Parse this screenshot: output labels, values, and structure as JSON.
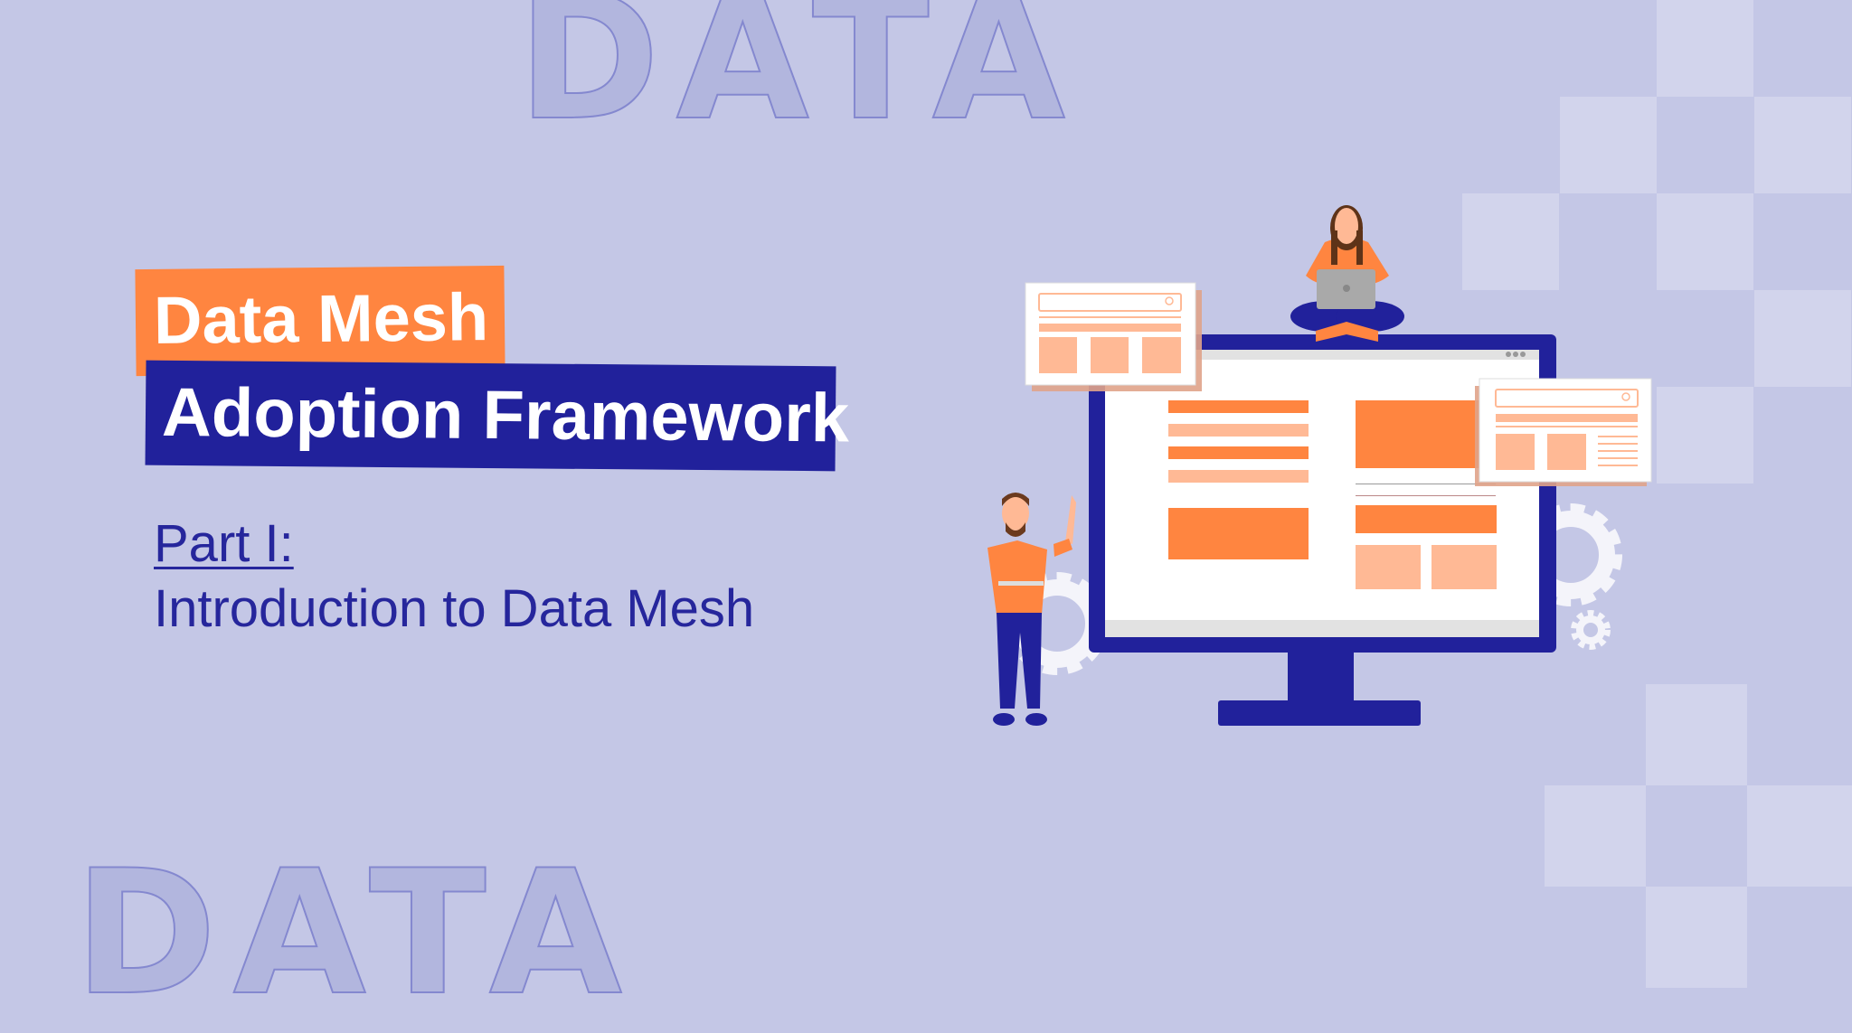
{
  "watermark": {
    "top": "DATA",
    "bottom": "DATA"
  },
  "title": {
    "line1": "Data Mesh",
    "line2": "Adoption Framework"
  },
  "subtitle": {
    "part": "Part I:",
    "text": "Introduction to Data Mesh"
  },
  "colors": {
    "background": "#c4c7e6",
    "orange": "#ff8540",
    "navy": "#21219b",
    "light_orange": "#ffb995"
  },
  "illustration": {
    "icons": [
      "monitor-icon",
      "search-card-icon",
      "gear-icon",
      "woman-with-laptop",
      "man-pointing"
    ]
  }
}
